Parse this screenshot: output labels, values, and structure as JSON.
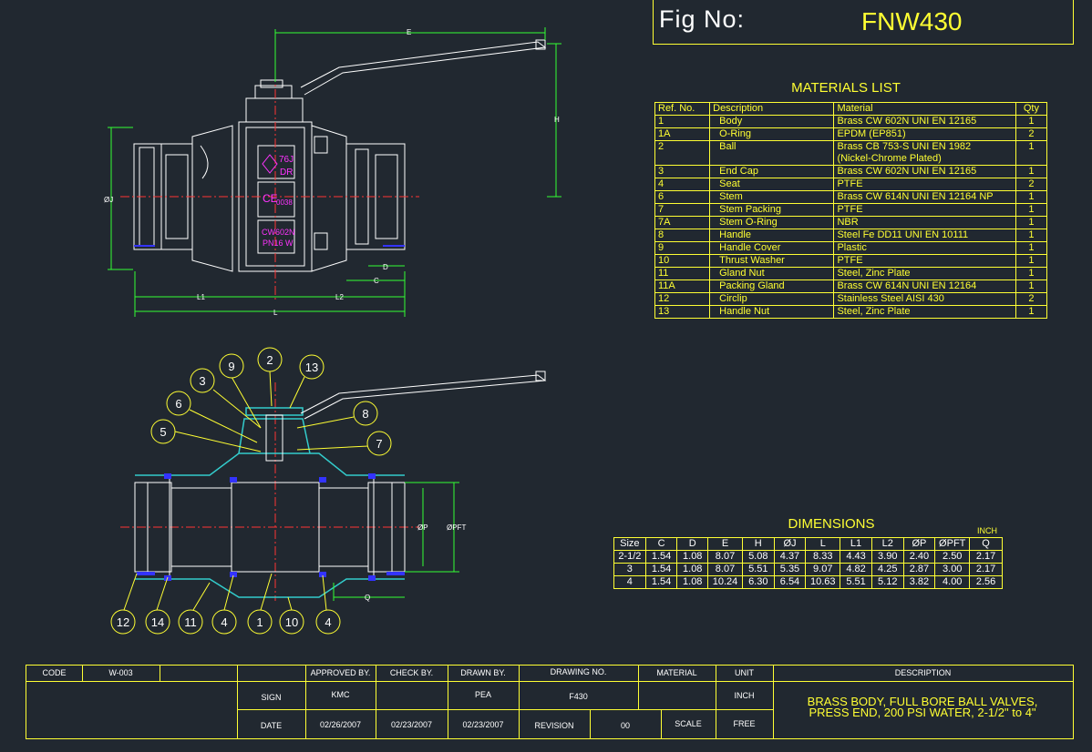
{
  "figure": {
    "label": "Fig  No:",
    "number": "FNW430"
  },
  "materials": {
    "title": "MATERIALS LIST",
    "headers": [
      "Ref. No.",
      "Description",
      "Material",
      "Qty"
    ],
    "rows": [
      [
        "1",
        "Body",
        "Brass CW 602N UNI EN 12165",
        "1"
      ],
      [
        "1A",
        "O-Ring",
        "EPDM (EP851)",
        "2"
      ],
      [
        "2",
        "Ball",
        "Brass CB 753-S UNI EN 1982\n(Nickel-Chrome Plated)",
        "1"
      ],
      [
        "3",
        "End Cap",
        "Brass CW 602N UNI EN 12165",
        "1"
      ],
      [
        "4",
        "Seat",
        "PTFE",
        "2"
      ],
      [
        "6",
        "Stem",
        "Brass CW 614N UNI EN 12164 NP",
        "1"
      ],
      [
        "7",
        "Stem Packing",
        "PTFE",
        "1"
      ],
      [
        "7A",
        "Stem O-Ring",
        "NBR",
        "1"
      ],
      [
        "8",
        "Handle",
        "Steel Fe DD11 UNI EN 10111",
        "1"
      ],
      [
        "9",
        "Handle Cover",
        "Plastic",
        "1"
      ],
      [
        "10",
        "Thrust Washer",
        "PTFE",
        "1"
      ],
      [
        "11",
        "Gland Nut",
        "Steel, Zinc Plate",
        "1"
      ],
      [
        "11A",
        "Packing Gland",
        "Brass CW 614N UNI EN 12164",
        "1"
      ],
      [
        "12",
        "Circlip",
        "Stainless Steel AISI 430",
        "2"
      ],
      [
        "13",
        "Handle Nut",
        "Steel, Zinc Plate",
        "1"
      ]
    ]
  },
  "dimensions": {
    "title": "DIMENSIONS",
    "unit": "INCH",
    "headers": [
      "Size",
      "C",
      "D",
      "E",
      "H",
      "ØJ",
      "L",
      "L1",
      "L2",
      "ØP",
      "ØPFT",
      "Q"
    ],
    "rows": [
      [
        "2-1/2",
        "1.54",
        "1.08",
        "8.07",
        "5.08",
        "4.37",
        "8.33",
        "4.43",
        "3.90",
        "2.40",
        "2.50",
        "2.17"
      ],
      [
        "3",
        "1.54",
        "1.08",
        "8.07",
        "5.51",
        "5.35",
        "9.07",
        "4.82",
        "4.25",
        "2.87",
        "3.00",
        "2.17"
      ],
      [
        "4",
        "1.54",
        "1.08",
        "10.24",
        "6.30",
        "6.54",
        "10.63",
        "5.51",
        "5.12",
        "3.82",
        "4.00",
        "2.56"
      ]
    ]
  },
  "drawing_labels": {
    "dims": {
      "E": "E",
      "H": "H",
      "J": "ØJ",
      "D": "D",
      "C": "C",
      "L1": "L1",
      "L2": "L2",
      "L": "L",
      "P": "ØP",
      "PFT": "ØPFT",
      "Q": "Q"
    },
    "body_marks": {
      "m1": "76J",
      "m1b": "DR",
      "ce": "CE",
      "ce_num": "0038",
      "m2": "CW602N",
      "m3": "PN16 W"
    }
  },
  "balloons": [
    "9",
    "2",
    "13",
    "3",
    "6",
    "8",
    "5",
    "7",
    "12",
    "14",
    "11",
    "4",
    "1",
    "10",
    "4"
  ],
  "title_block": {
    "code_label": "CODE",
    "code_value": "W-003",
    "approved_label": "APPROVED BY.",
    "check_label": "CHECK BY.",
    "drawn_label": "DRAWN BY.",
    "drawing_no_label": "DRAWING NO.",
    "material_label": "MATERIAL",
    "unit_label": "UNIT",
    "description_label": "DESCRIPTION",
    "sign_label": "SIGN",
    "date_label": "DATE",
    "approved_sign": "KMC",
    "drawn_sign": "PEA",
    "drawing_no": "F430",
    "unit_value": "INCH",
    "approved_date": "02/26/2007",
    "check_date": "02/23/2007",
    "drawn_date": "02/23/2007",
    "revision_label": "REVISION",
    "revision_value": "00",
    "scale_label": "SCALE",
    "scale_value": "FREE",
    "description_line1": "BRASS BODY, FULL BORE BALL VALVES,",
    "description_line2": "PRESS END, 200 PSI WATER, 2-1/2\" to 4\""
  },
  "colors": {
    "background": "#212830",
    "line": "#ffffff",
    "accent": "#ffff33",
    "dim": "#33ff33",
    "center": "#ff3333",
    "mark": "#ff33ff",
    "section": "#33cccc",
    "seal": "#3333ff"
  }
}
